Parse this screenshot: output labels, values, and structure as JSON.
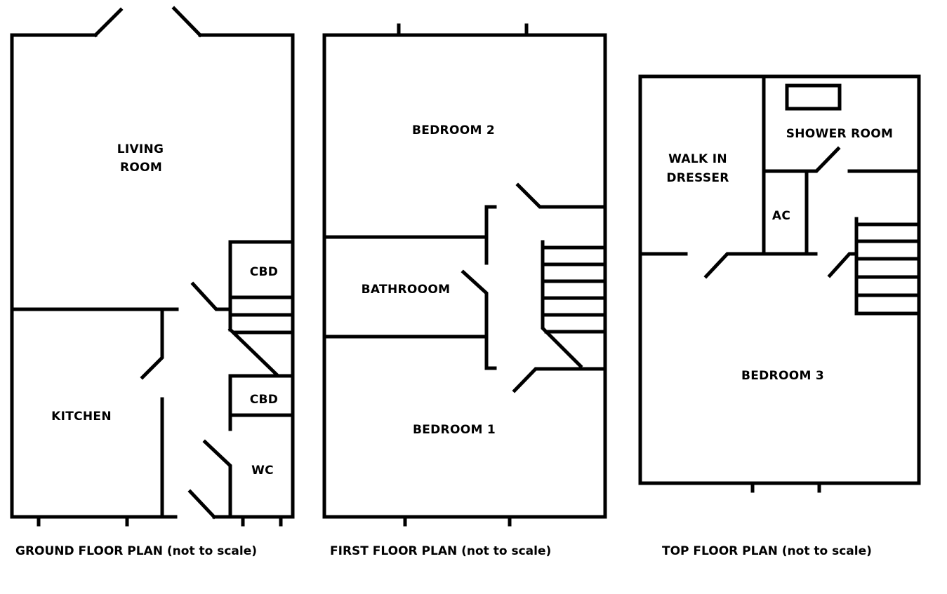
{
  "floors": [
    {
      "caption": "GROUND FLOOR PLAN (not to scale)",
      "rooms": {
        "living_room_1": "LIVING",
        "living_room_2": "ROOM",
        "cbd_upper": "CBD",
        "cbd_lower": "CBD",
        "kitchen": "KITCHEN",
        "wc": "WC"
      }
    },
    {
      "caption": "FIRST FLOOR PLAN (not to scale)",
      "rooms": {
        "bedroom_2": "BEDROOM 2",
        "bathroom": "BATHROOOM",
        "bedroom_1": "BEDROOM 1"
      }
    },
    {
      "caption": "TOP FLOOR PLAN (not to scale)",
      "rooms": {
        "walk_in_1": "WALK IN",
        "walk_in_2": "DRESSER",
        "shower_room": "SHOWER ROOM",
        "ac": "AC",
        "bedroom_3": "BEDROOM 3"
      }
    }
  ],
  "colors": {
    "wall": "#000000",
    "background": "#ffffff"
  }
}
